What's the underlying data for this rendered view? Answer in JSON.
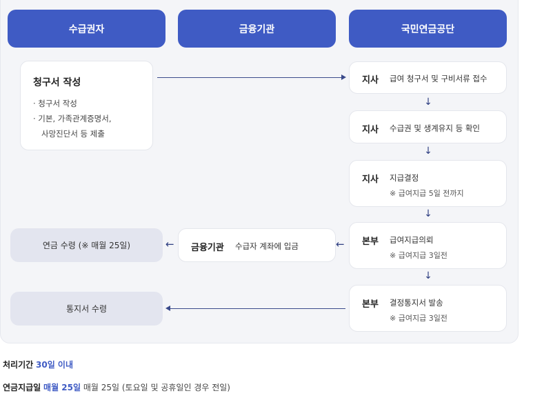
{
  "headers": [
    "수급권자",
    "금융기관",
    "국민연금공단"
  ],
  "request": {
    "title": "청구서 작성",
    "items": [
      "· 청구서 작성",
      "· 기본, 가족관계증명서,",
      "사망진단서 등 제출"
    ]
  },
  "steps": [
    {
      "main": "지사",
      "desc": "급여 청구서 및 구비서류 접수",
      "sub": ""
    },
    {
      "main": "지사",
      "desc": "수급권 및 생계유지 등 확인",
      "sub": ""
    },
    {
      "main": "지사",
      "desc": "지급결정",
      "sub": "※ 급여지급 5일 전까지"
    },
    {
      "main": "본부",
      "desc": "급여지급의뢰",
      "sub": "※ 급여지급 3일전"
    },
    {
      "main": "본부",
      "desc": "결정통지서 발송",
      "sub": "※ 급여지급 3일전"
    }
  ],
  "arrows": {
    "down": "↓",
    "left": "←"
  },
  "bank_step": {
    "main": "금융기관",
    "desc": "수급자 계좌에 입금"
  },
  "outcomes": {
    "pension": "연금 수령 (※ 매월 25일)",
    "notice": "통지서 수령"
  },
  "info": {
    "processing_label": "처리기간",
    "processing_value": "30일 이내",
    "payday_label": "연금지급일",
    "payday_value": "매월 25일",
    "payday_note": "매월 25일 (토요일 및 공휴일인 경우 전일)"
  },
  "colors": {
    "accent": "#3f5bc4",
    "panel": "#f4f5f8",
    "gray_box": "#e3e5ef"
  }
}
